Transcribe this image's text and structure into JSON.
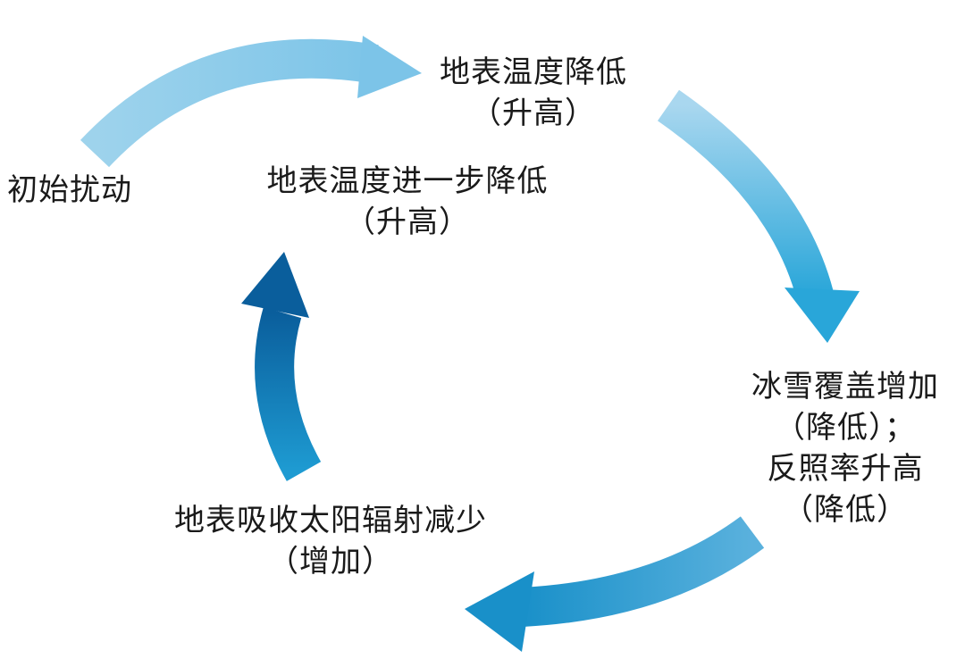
{
  "nodes": {
    "initial": {
      "line1": "初始扰动"
    },
    "top": {
      "line1": "地表温度降低",
      "line2": "（升高）"
    },
    "center": {
      "line1": "地表温度进一步降低",
      "line2": "（升高）"
    },
    "right": {
      "line1": "冰雪覆盖增加",
      "line2": "（降低）；",
      "line3": "反照率升高",
      "line4": "（降低）"
    },
    "bottom": {
      "line1": "地表吸收太阳辐射减少",
      "line2": "（增加）"
    }
  },
  "colors": {
    "arrow_light": "#8fcbe8",
    "arrow_mid": "#2ba3d6",
    "arrow_dark": "#0b6fae",
    "text": "#1a1a1a"
  }
}
